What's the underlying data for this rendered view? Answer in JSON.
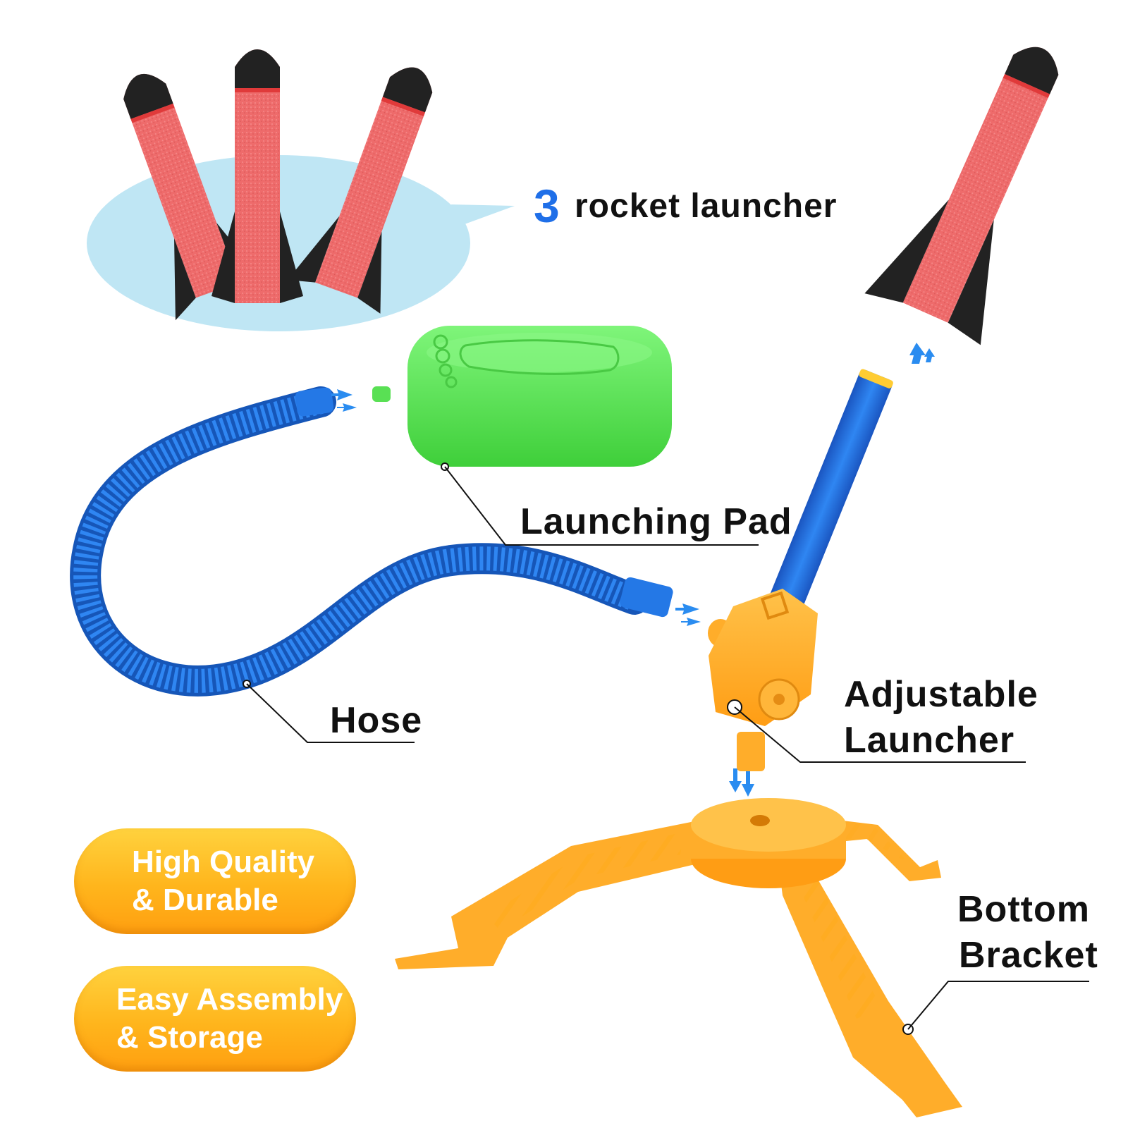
{
  "rockets_callout": {
    "count": "3",
    "text": "rocket launcher"
  },
  "labels": {
    "launching_pad": "Launching Pad",
    "hose": "Hose",
    "adjustable_launcher_line1": "Adjustable",
    "adjustable_launcher_line2": "Launcher",
    "bottom_bracket_line1": "Bottom",
    "bottom_bracket_line2": "Bracket"
  },
  "badges": [
    {
      "line1": "High Quality",
      "line2": "& Durable"
    },
    {
      "line1": "Easy Assembly",
      "line2": "& Storage"
    }
  ],
  "colors": {
    "accent_blue": "#1f6fe8",
    "foam_red": "#ee6a6a",
    "fin_black": "#222222",
    "pad_green": "#5fe85a",
    "hose_blue": "#1d6fd8",
    "launcher_orange": "#ffad2a",
    "callout_bubble": "#bfe6f4",
    "badge_orange": "#ffb51c"
  }
}
